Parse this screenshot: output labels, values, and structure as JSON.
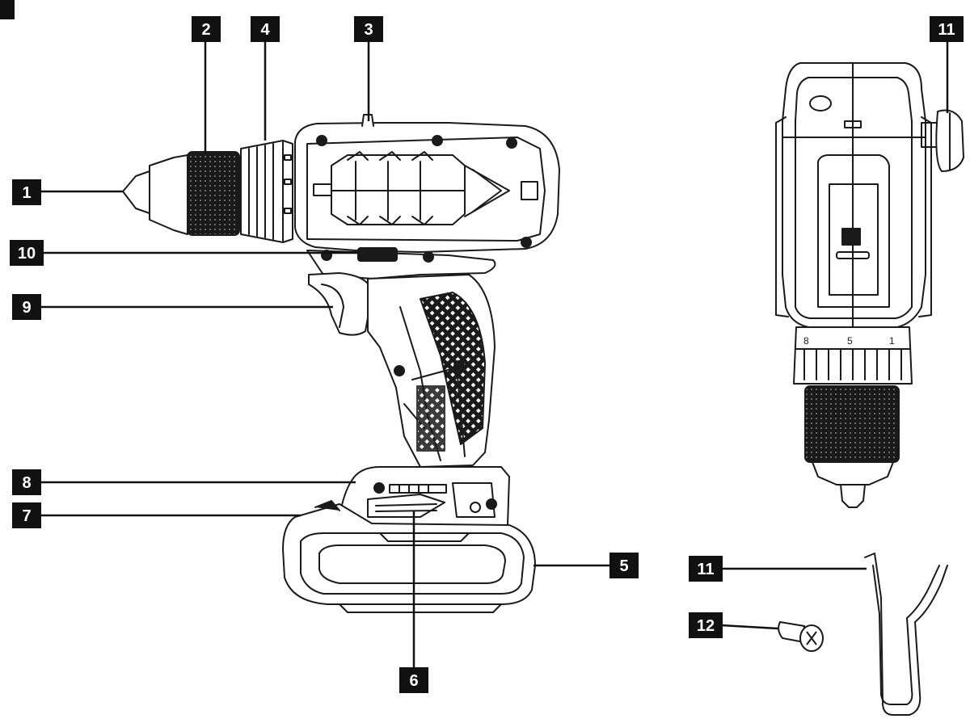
{
  "figure": {
    "corner_marker": "",
    "callouts": [
      {
        "id": "c1",
        "label": "1"
      },
      {
        "id": "c2",
        "label": "2"
      },
      {
        "id": "c3",
        "label": "3"
      },
      {
        "id": "c4",
        "label": "4"
      },
      {
        "id": "c5",
        "label": "5"
      },
      {
        "id": "c6",
        "label": "6"
      },
      {
        "id": "c7",
        "label": "7"
      },
      {
        "id": "c8",
        "label": "8"
      },
      {
        "id": "c9",
        "label": "9"
      },
      {
        "id": "c10",
        "label": "10"
      },
      {
        "id": "c11a",
        "label": "11"
      },
      {
        "id": "c11b",
        "label": "11"
      },
      {
        "id": "c12",
        "label": "12"
      }
    ],
    "dial_marks": [
      "8",
      "5",
      "1"
    ],
    "colors": {
      "ink": "#1a1a1a",
      "label_bg": "#111111",
      "label_text": "#ffffff",
      "paper": "#ffffff"
    }
  }
}
